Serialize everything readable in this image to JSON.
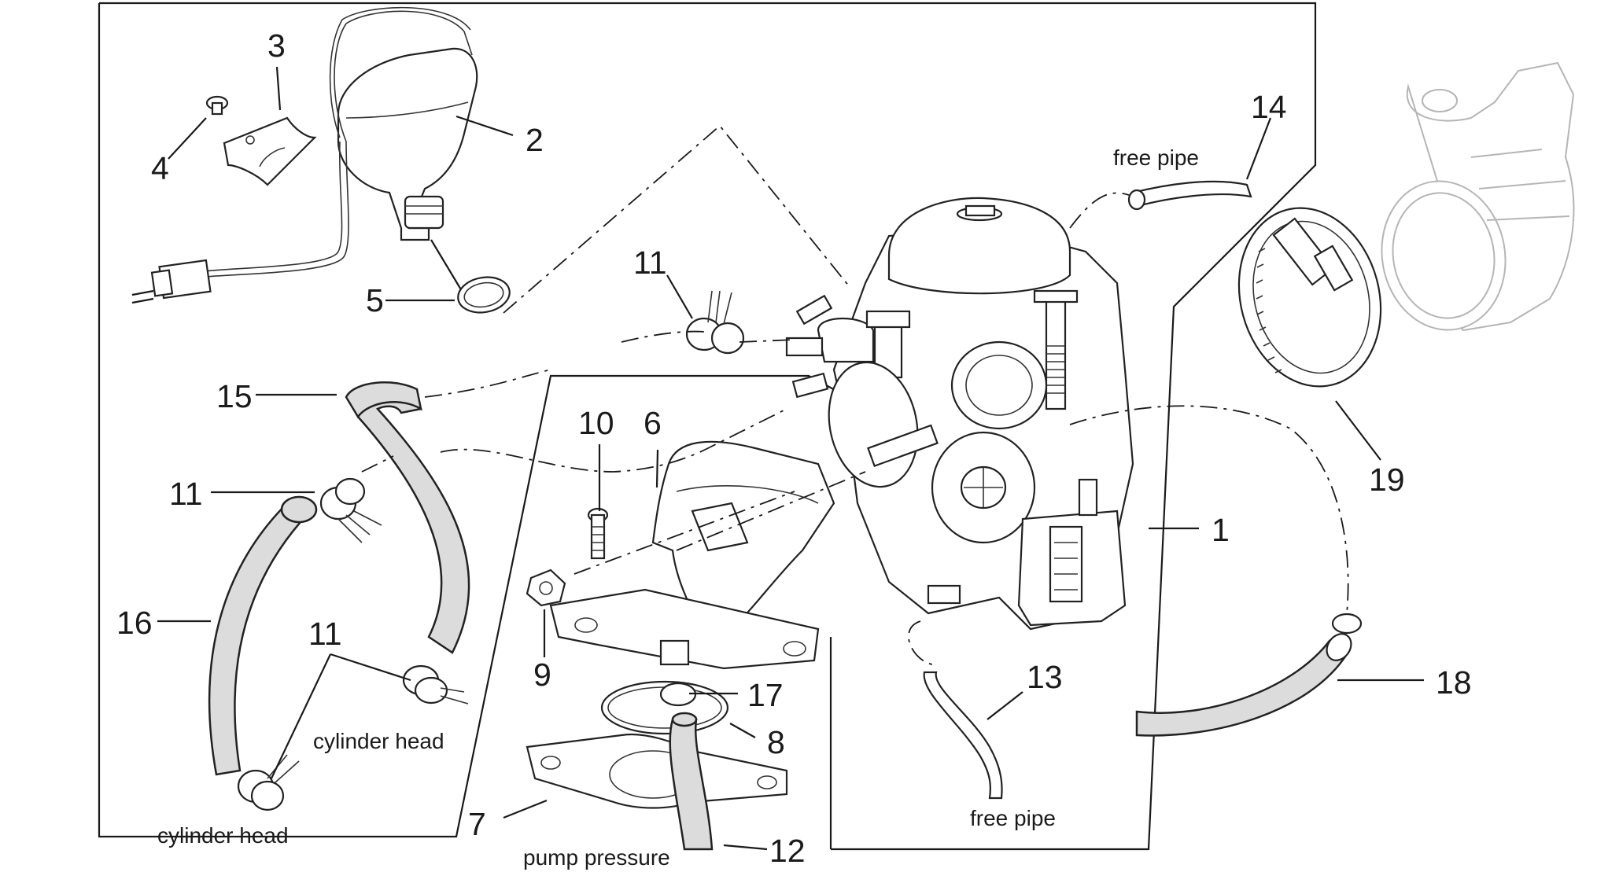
{
  "callouts": {
    "c1": "1",
    "c2": "2",
    "c3": "3",
    "c4": "4",
    "c5": "5",
    "c6": "6",
    "c7": "7",
    "c8": "8",
    "c9": "9",
    "c10": "10",
    "c11a": "11",
    "c11b": "11",
    "c11c": "11",
    "c12": "12",
    "c13": "13",
    "c14": "14",
    "c15": "15",
    "c16": "16",
    "c17": "17",
    "c18": "18",
    "c19": "19"
  },
  "annotations": {
    "free_pipe_top": "free pipe",
    "free_pipe_bottom": "free pipe",
    "cylinder_head_right": "cylinder head",
    "cylinder_head_left": "cylinder head",
    "pump_pressure": "pump pressure"
  }
}
